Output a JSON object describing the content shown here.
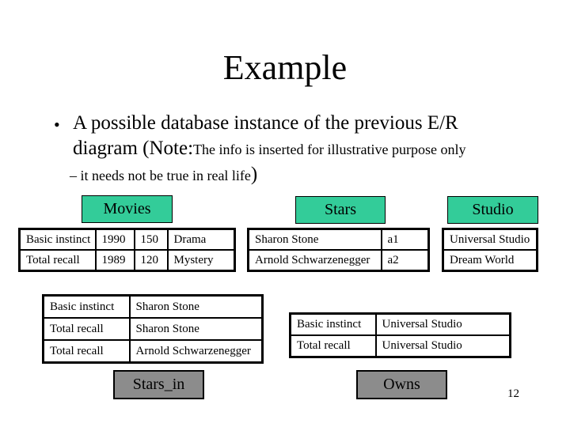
{
  "slide": {
    "title": "Example",
    "bullet": {
      "marker": "•",
      "line1": "A possible database instance of the previous E/R",
      "line2_large": "diagram (Note:",
      "line2_small": "The info is inserted for illustrative purpose only",
      "line3_small": "– it needs not be true in real life",
      "line3_large": ")"
    },
    "page_number": "12"
  },
  "colors": {
    "entity_label_bg": "#33CC99",
    "relationship_label_bg": "#8C8C8C",
    "border": "#000000",
    "background": "#FFFFFF"
  },
  "labels": {
    "movies": "Movies",
    "stars": "Stars",
    "studio": "Studio",
    "stars_in": "Stars_in",
    "owns": "Owns"
  },
  "tables": {
    "movies": {
      "rows": [
        [
          "Basic instinct",
          "1990",
          "150",
          "Drama"
        ],
        [
          "Total recall",
          "1989",
          "120",
          "Mystery"
        ]
      ]
    },
    "stars": {
      "rows": [
        [
          "Sharon Stone",
          "a1"
        ],
        [
          "Arnold Schwarzenegger",
          "a2"
        ]
      ]
    },
    "studio": {
      "rows": [
        [
          "Universal Studio"
        ],
        [
          "Dream World"
        ]
      ]
    },
    "stars_in": {
      "rows": [
        [
          "Basic instinct",
          "Sharon Stone"
        ],
        [
          "Total recall",
          "Sharon Stone"
        ],
        [
          "Total recall",
          "Arnold Schwarzenegger"
        ]
      ]
    },
    "owns": {
      "rows": [
        [
          "Basic instinct",
          "Universal Studio"
        ],
        [
          "Total recall",
          "Universal Studio"
        ]
      ]
    }
  }
}
